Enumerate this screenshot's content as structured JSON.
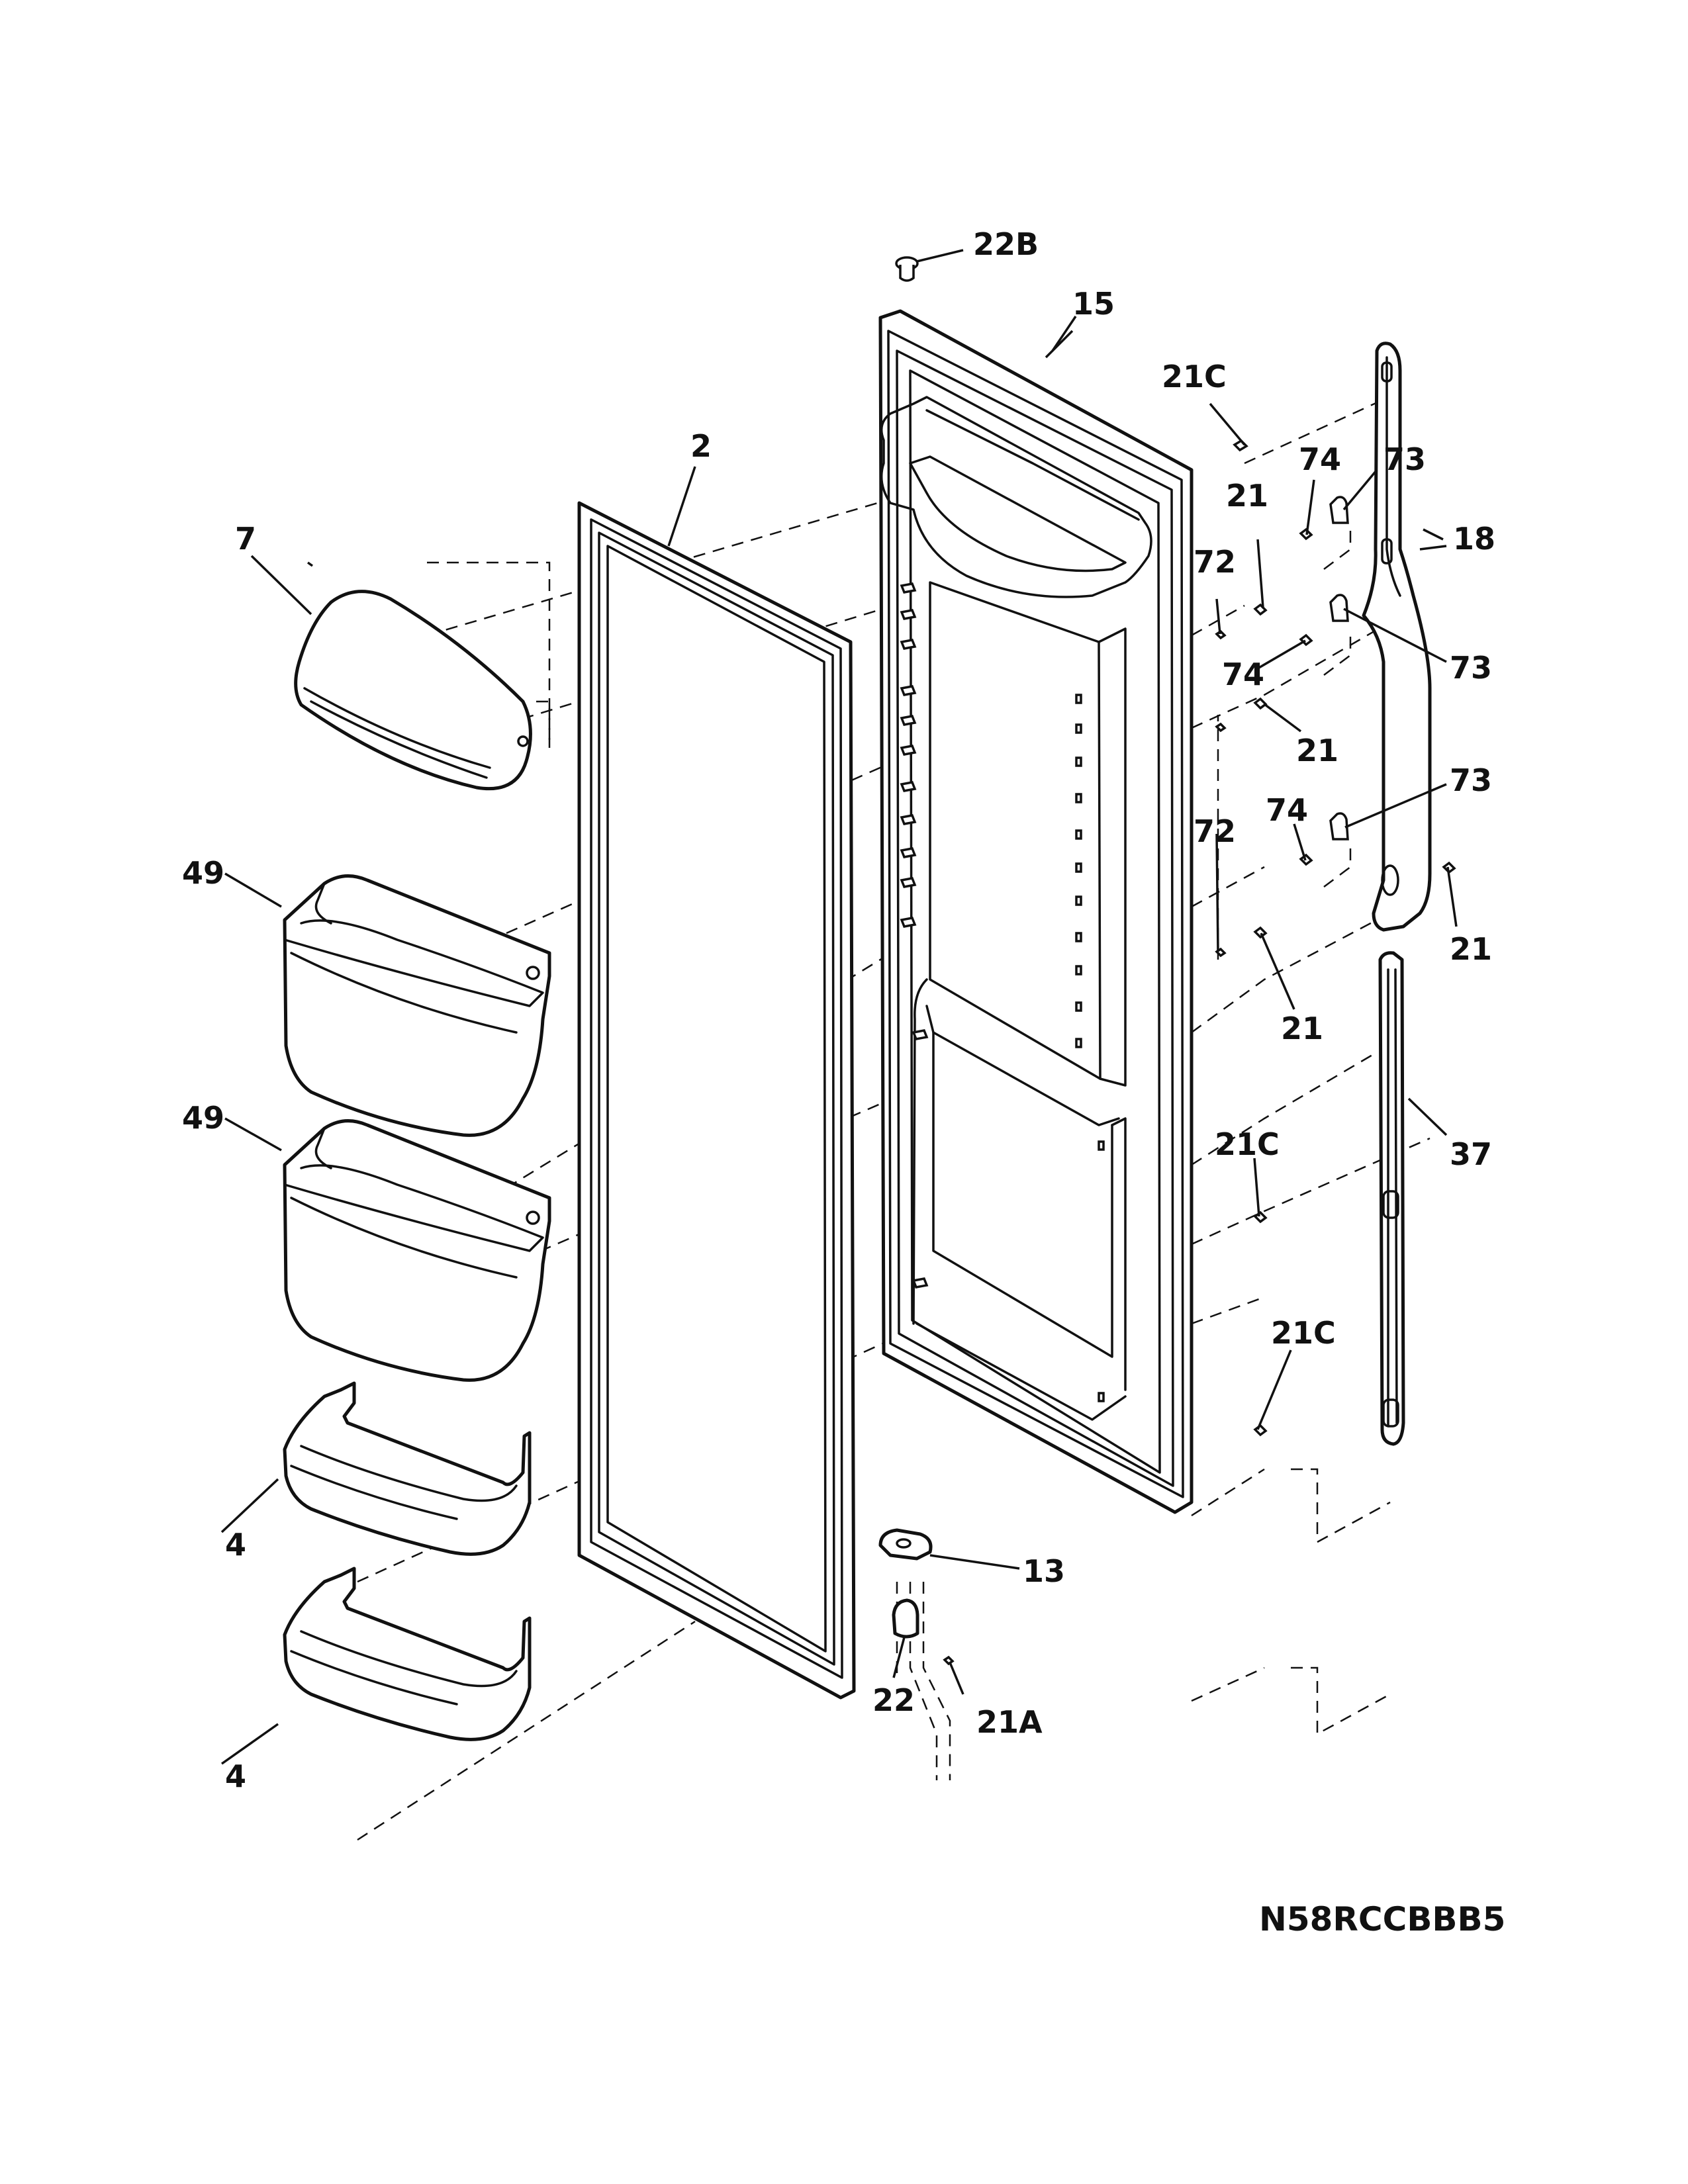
{
  "model_code": "N58RCCBBB5",
  "callouts": {
    "c_22B": "22B",
    "c_15": "15",
    "c_21C_top": "21C",
    "c_2": "2",
    "c_74_a": "74",
    "c_73_a": "73",
    "c_7": "7",
    "c_21_a": "21",
    "c_18": "18",
    "c_72_a": "72",
    "c_74_b": "74",
    "c_73_b": "73",
    "c_21_b": "21",
    "c_73_c": "73",
    "c_74_c": "74",
    "c_72_b": "72",
    "c_49_a": "49",
    "c_21_c": "21",
    "c_21_d": "21",
    "c_37": "37",
    "c_21C_mid": "21C",
    "c_49_b": "49",
    "c_21C_low": "21C",
    "c_4_a": "4",
    "c_13": "13",
    "c_22": "22",
    "c_21A": "21A",
    "c_4_b": "4"
  }
}
